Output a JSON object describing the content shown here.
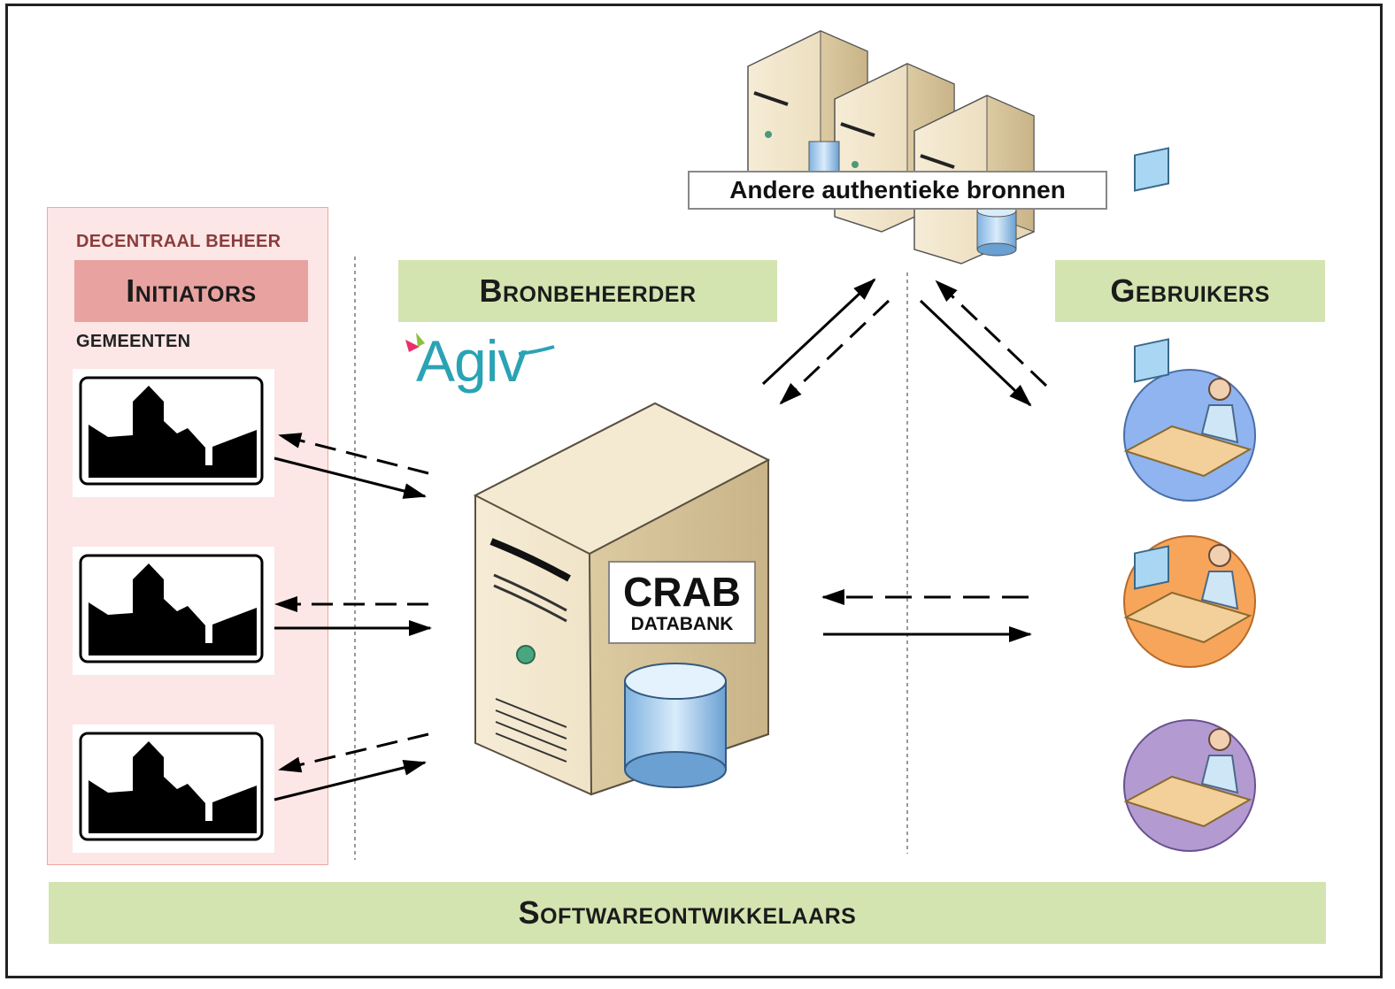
{
  "sections": {
    "decentraal": "DECENTRAAL BEHEER",
    "initiators": "Initiators",
    "gemeenten": "GEMEENTEN",
    "bronbeheerder": "Bronbeheerder",
    "gebruikers": "Gebruikers",
    "softwareontwikkelaars": "Softwareontwikkelaars"
  },
  "logo": {
    "text": "Agiv",
    "icon": "agiv-logo"
  },
  "database": {
    "title": "CRAB",
    "subtitle": "DATABANK",
    "icon": "server-database-icon"
  },
  "external": {
    "label": "Andere authentieke bronnen",
    "icon": "server-cluster-icon"
  },
  "municipalities": [
    {
      "icon": "city-skyline-sign-icon"
    },
    {
      "icon": "city-skyline-sign-icon"
    },
    {
      "icon": "city-skyline-sign-icon"
    }
  ],
  "users": [
    {
      "icon": "user-workstation-icon",
      "color": "#8fb4ef"
    },
    {
      "icon": "user-workstation-icon",
      "color": "#f7a55a"
    },
    {
      "icon": "user-workstation-icon",
      "color": "#b39bd2"
    }
  ],
  "colors": {
    "green_band": "#d3e4b0",
    "pink_panel": "#fde6e6",
    "initiators_box": "#e8a3a0",
    "agiv_teal": "#2aa3b4"
  }
}
